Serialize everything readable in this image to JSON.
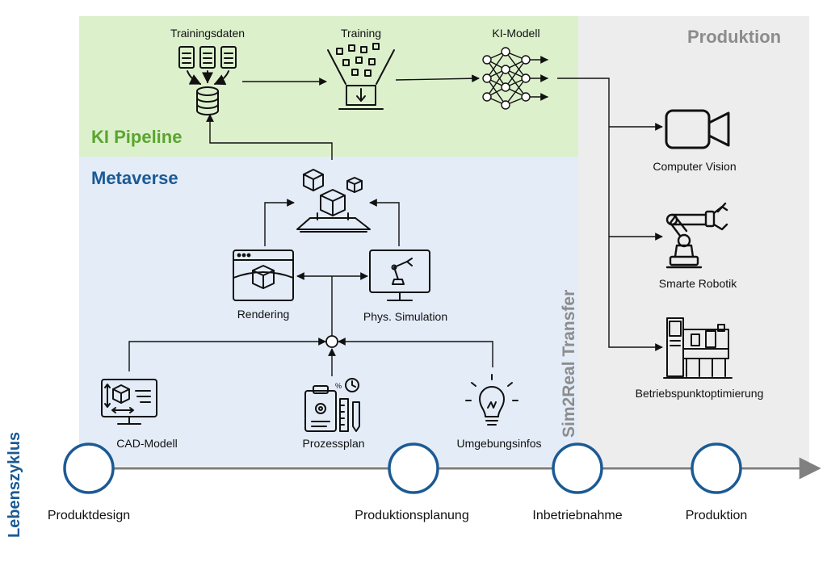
{
  "zones": {
    "ki_pipeline": "KI Pipeline",
    "metaverse": "Metaverse",
    "produktion": "Produktion",
    "sim2real": "Sim2Real Transfer",
    "lebenszyklus": "Lebenszyklus"
  },
  "nodes": {
    "trainingsdaten": "Trainingsdaten",
    "training": "Training",
    "ki_modell": "KI-Modell",
    "computer_vision": "Computer Vision",
    "smarte_robotik": "Smarte Robotik",
    "betriebspunkt": "Betriebspunktoptimierung",
    "rendering": "Rendering",
    "phys_simulation": "Phys. Simulation",
    "cad_modell": "CAD-Modell",
    "prozessplan": "Prozessplan",
    "umgebungsinfos": "Umgebungsinfos"
  },
  "stages": [
    "Produktdesign",
    "Produktionsplanung",
    "Inbetriebnahme",
    "Produktion"
  ],
  "colors": {
    "ki_bg": "#dcf0cc",
    "meta_bg": "#e3ecf7",
    "prod_bg": "#ededed",
    "ki_title": "#5aa52f",
    "meta_title": "#1b5a94",
    "prod_title": "#8c8c8c",
    "lifecycle_circle": "#1b5a94",
    "timeline": "#808080"
  }
}
